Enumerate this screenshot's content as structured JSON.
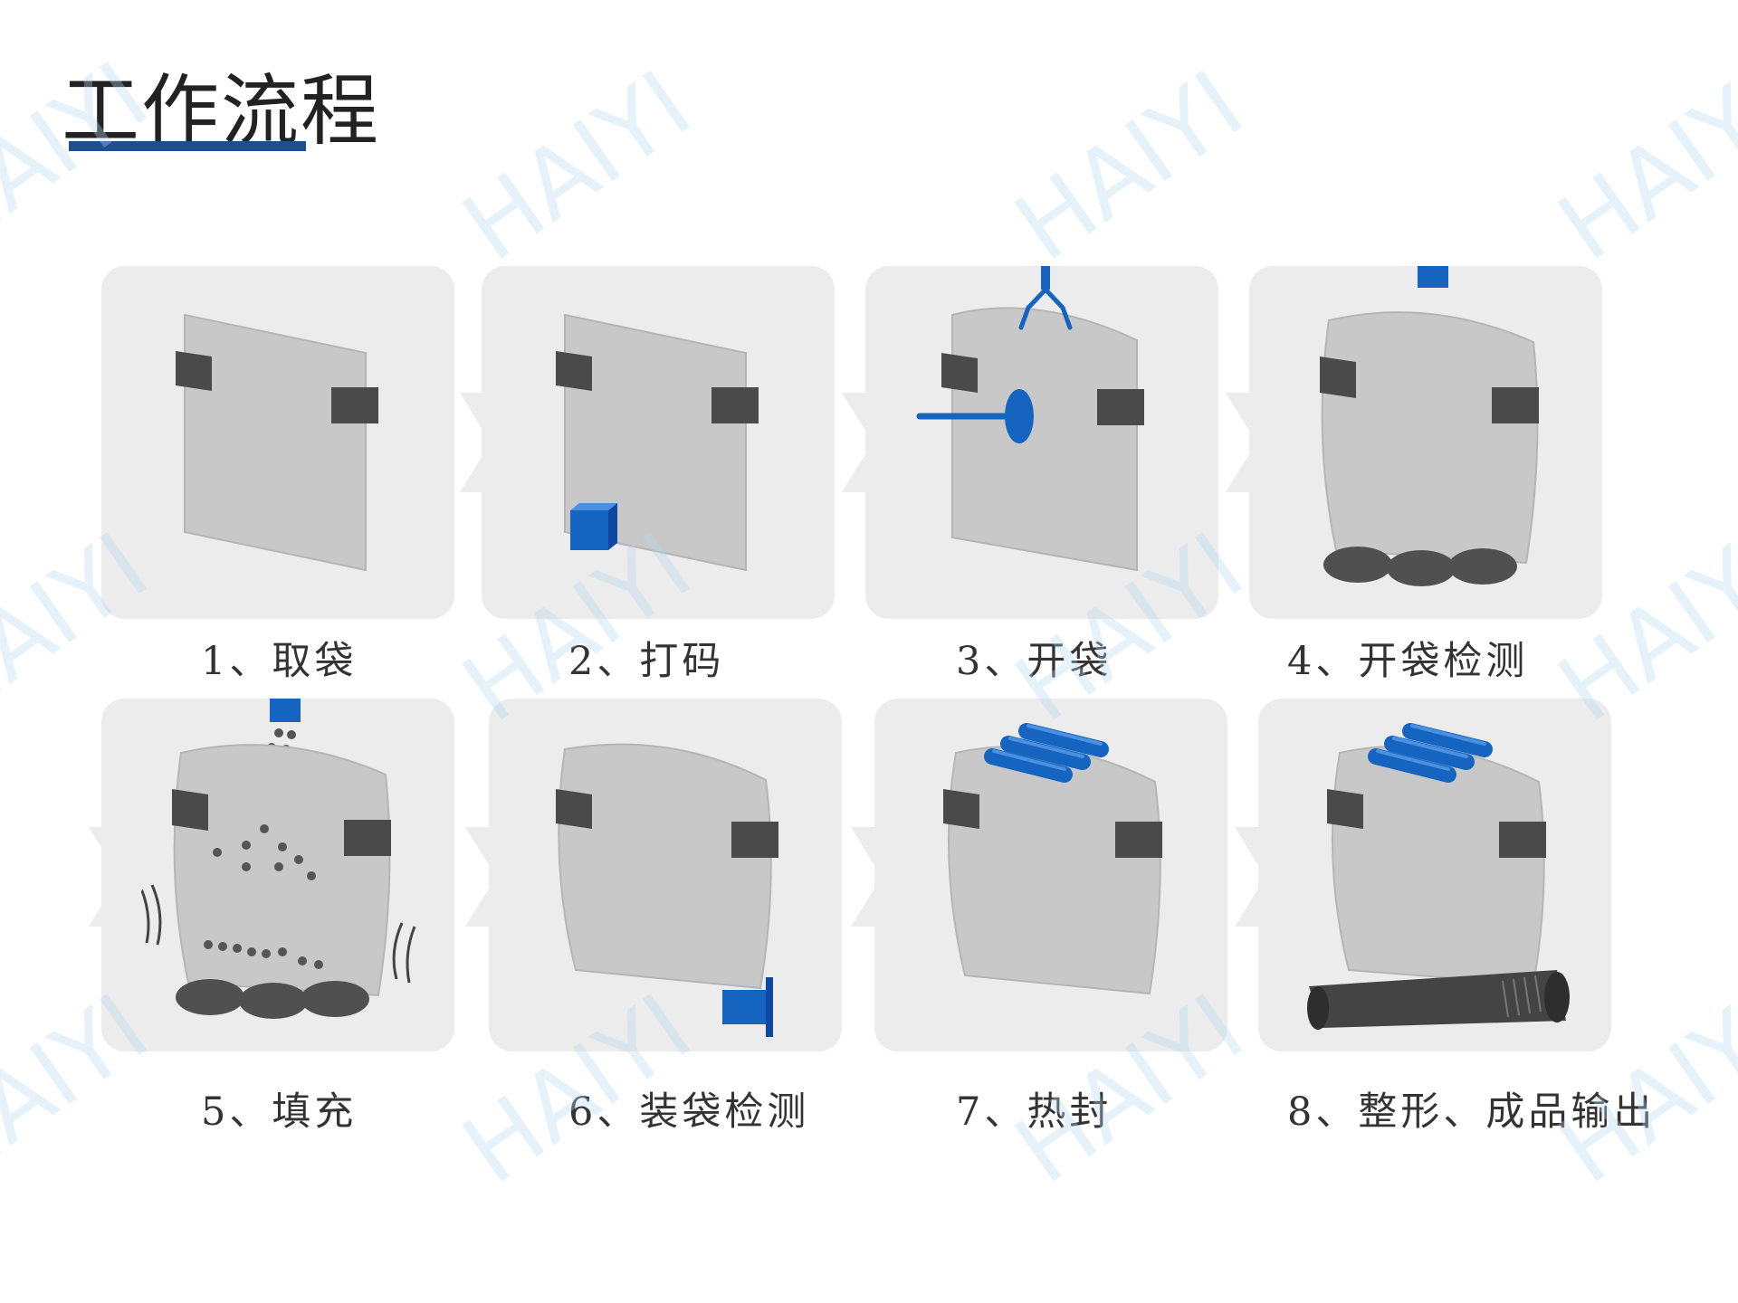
{
  "title": "工作流程",
  "watermark": "HAIYI",
  "colors": {
    "accent": "#1f4e8c",
    "blue": "#1565c0",
    "card": "#ececec",
    "bag": "#c8c8c8",
    "handle": "#4a4a4a"
  },
  "steps": [
    {
      "label": "1、取袋"
    },
    {
      "label": "2、打码"
    },
    {
      "label": "3、开袋"
    },
    {
      "label": "4、开袋检测"
    },
    {
      "label": "5、填充"
    },
    {
      "label": "6、装袋检测"
    },
    {
      "label": "7、热封"
    },
    {
      "label": "8、整形、成品输出"
    }
  ]
}
